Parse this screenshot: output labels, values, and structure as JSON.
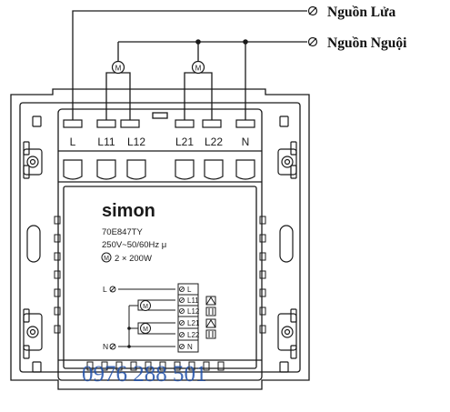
{
  "labels": {
    "live_supply": "Nguồn Lửa",
    "neutral_supply": "Nguồn Nguội"
  },
  "terminals": [
    "L",
    "L11",
    "L12",
    "L21",
    "L22",
    "N"
  ],
  "brand": "simon",
  "model": "70E847TY",
  "rating": "250V~50/60Hz",
  "rating_symbol": "μ",
  "load_spec": "2 × 200W",
  "motor_symbol": "M",
  "schematic": {
    "left_labels": [
      "L",
      "N"
    ],
    "right_labels": [
      "L",
      "L11",
      "L12",
      "L21",
      "L22",
      "N"
    ]
  },
  "phone_watermark": "0976 288 501",
  "colors": {
    "line": "#1a1a1a",
    "watermark": "#1f4fa8"
  }
}
